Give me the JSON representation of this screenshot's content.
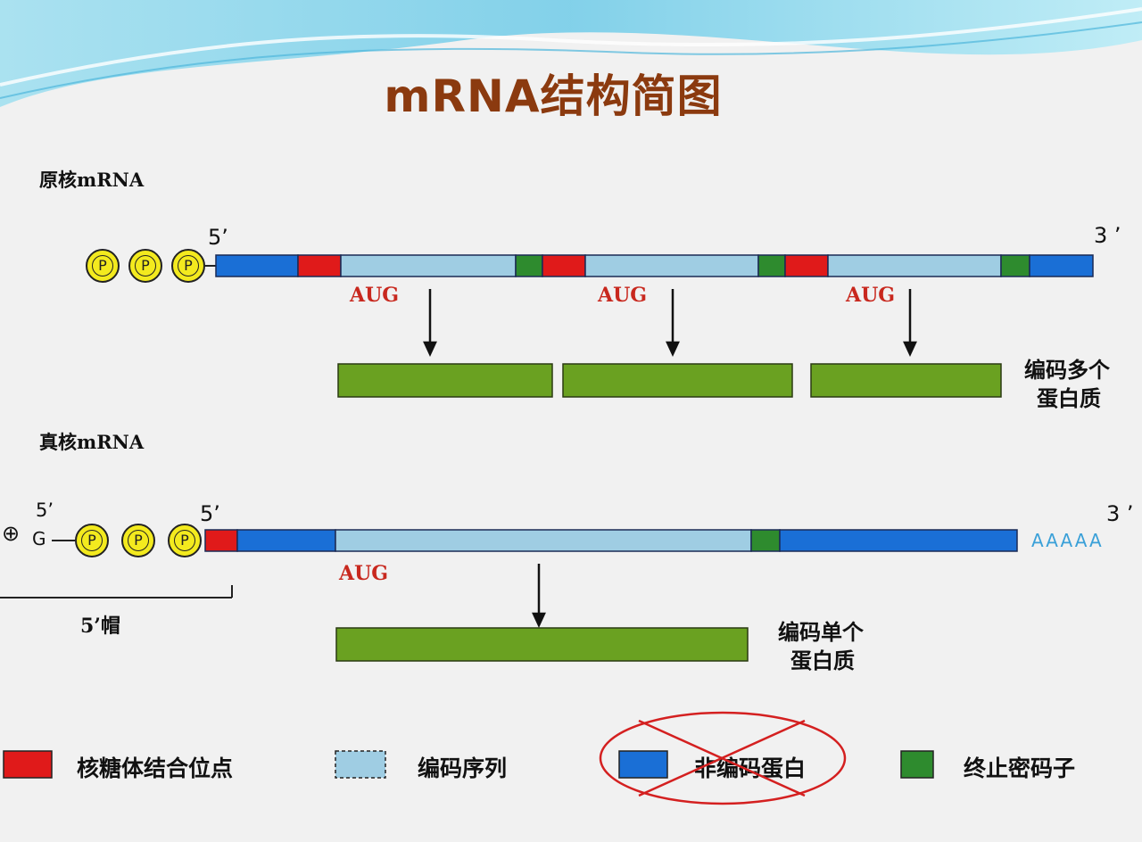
{
  "title": "mRNA结构简图",
  "prokaryote": {
    "label": "原核mRNA",
    "five_prime": "5’",
    "three_prime": "3 ’",
    "phosphates": [
      "P",
      "P",
      "P"
    ],
    "start_codons": [
      "AUG",
      "AUG",
      "AUG"
    ],
    "result_line1": "编码多个",
    "result_line2": "蛋白质"
  },
  "eukaryote": {
    "label": "真核mRNA",
    "cap_symbol": "⊕",
    "cap_five_prime": "5’",
    "cap_base": "G",
    "five_prime": "5’",
    "three_prime": "3 ’",
    "phosphates": [
      "P",
      "P",
      "P"
    ],
    "start_codon": "AUG",
    "poly_a": "AAAAA",
    "cap_label": "5’帽",
    "result_line1": "编码单个",
    "result_line2": "蛋白质"
  },
  "legend": [
    {
      "label": "核糖体结合位点",
      "color": "#e01a1a"
    },
    {
      "label": "编码序列",
      "color": "#9fcde3"
    },
    {
      "label": "非编码蛋白",
      "color": "#1a6fd6",
      "crossed_out": true
    },
    {
      "label": "终止密码子",
      "color": "#2e8b2e"
    }
  ],
  "colors": {
    "title": "#8b3a0f",
    "utr": "#1a6fd6",
    "rbs": "#e01a1a",
    "coding": "#9fcde3",
    "stop": "#2e8b2e",
    "protein": "#6aa121",
    "annotation_red": "#d42020"
  }
}
